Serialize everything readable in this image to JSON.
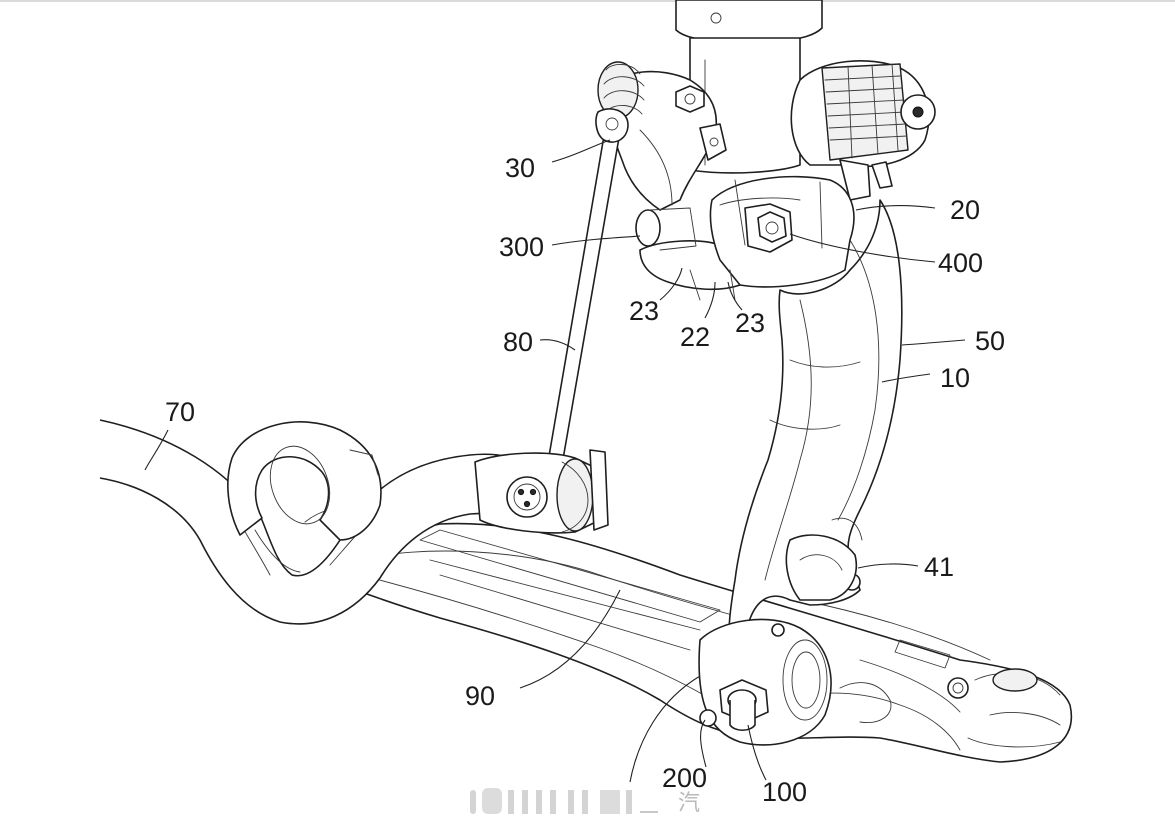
{
  "labels": {
    "l30": "30",
    "l300": "300",
    "l20": "20",
    "l400": "400",
    "l23a": "23",
    "l22": "22",
    "l23b": "23",
    "l80": "80",
    "l50": "50",
    "l10": "10",
    "l70": "70",
    "l41": "41",
    "l90": "90",
    "l200": "200",
    "l100": "100"
  },
  "watermark": "汽",
  "colors": {
    "ink": "#1f1f1f",
    "background": "#ffffff",
    "watermark": "#b9b9b9"
  }
}
